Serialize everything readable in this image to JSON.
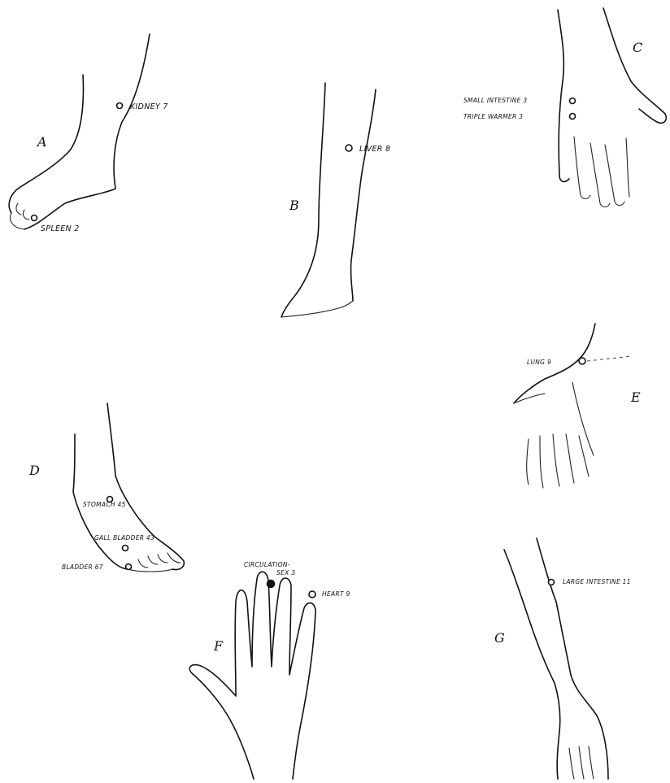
{
  "figures": {
    "a": {
      "letter": "A",
      "points": [
        {
          "label": "KIDNEY 7"
        },
        {
          "label": "SPLEEN 2"
        }
      ]
    },
    "b": {
      "letter": "B",
      "points": [
        {
          "label": "LIVER 8"
        }
      ]
    },
    "c": {
      "letter": "C",
      "points": [
        {
          "label": "SMALL INTESTINE 3"
        },
        {
          "label": "TRIPLE WARMER 3"
        }
      ]
    },
    "d": {
      "letter": "D",
      "points": [
        {
          "label": "STOMACH 45"
        },
        {
          "label": "GALL BLADDER 43"
        },
        {
          "label": "BLADDER 67"
        }
      ]
    },
    "e": {
      "letter": "E",
      "points": [
        {
          "label": "LUNG 9"
        }
      ]
    },
    "f": {
      "letter": "F",
      "points": [
        {
          "label": "CIRCULATION-"
        },
        {
          "label": "SEX 3"
        },
        {
          "label": "HEART 9"
        }
      ]
    },
    "g": {
      "letter": "G",
      "points": [
        {
          "label": "LARGE INTESTINE 11"
        }
      ]
    }
  },
  "colors": {
    "ink": "#111111",
    "paper": "#ffffff"
  }
}
